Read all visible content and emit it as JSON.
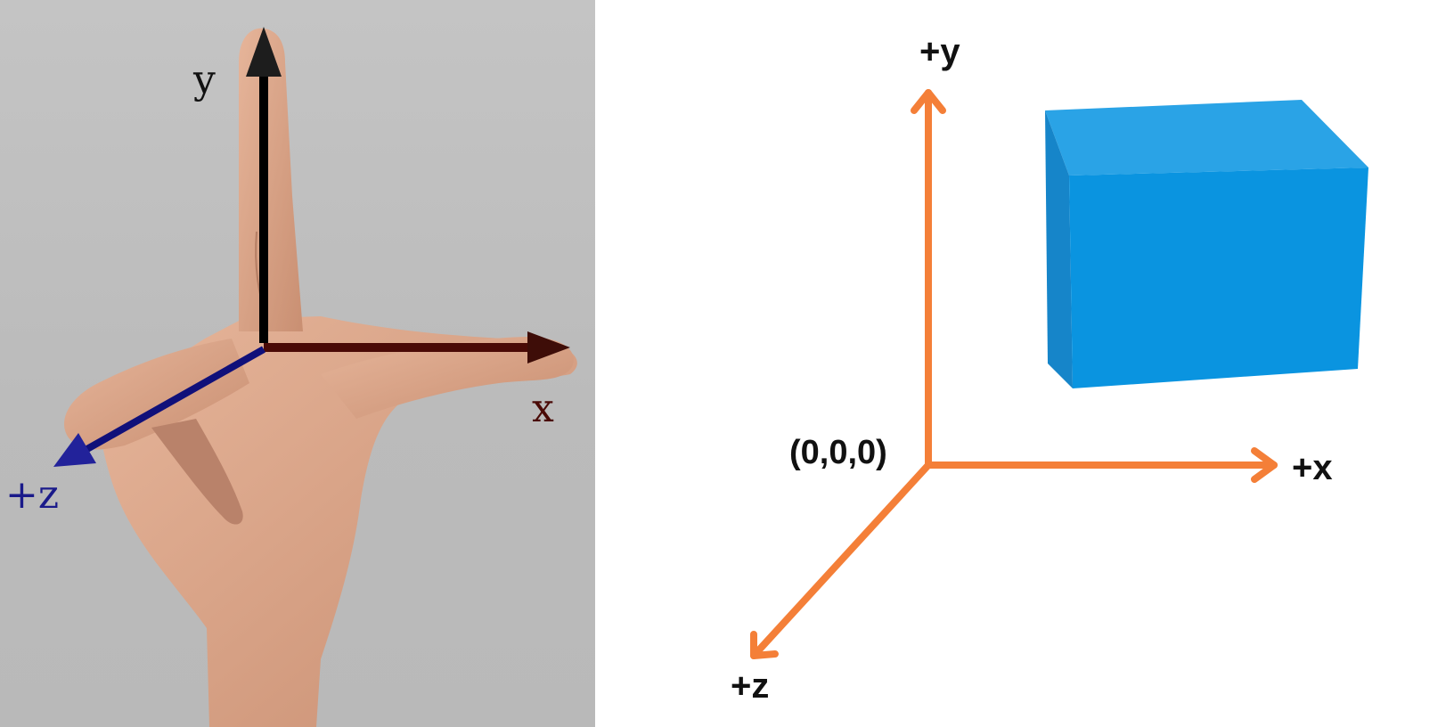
{
  "left": {
    "labels": {
      "y": "y",
      "x": "x",
      "z": "+z"
    },
    "colors": {
      "y_axis": "#000000",
      "x_axis": "#4a0a06",
      "z_axis": "#10107a",
      "x_label": "#4a0a06",
      "z_label": "#1a1a8a",
      "skin": "#d9a589",
      "skin_shadow": "#b57e64",
      "background": "#c1c1c1"
    }
  },
  "right": {
    "labels": {
      "y": "+y",
      "x": "+x",
      "z": "+z",
      "origin": "(0,0,0)"
    },
    "colors": {
      "axis": "#f47f38",
      "cube_front": "#0a94e0",
      "cube_top": "#2aa3e6",
      "cube_side": "#1685c9",
      "label": "#111111"
    }
  }
}
